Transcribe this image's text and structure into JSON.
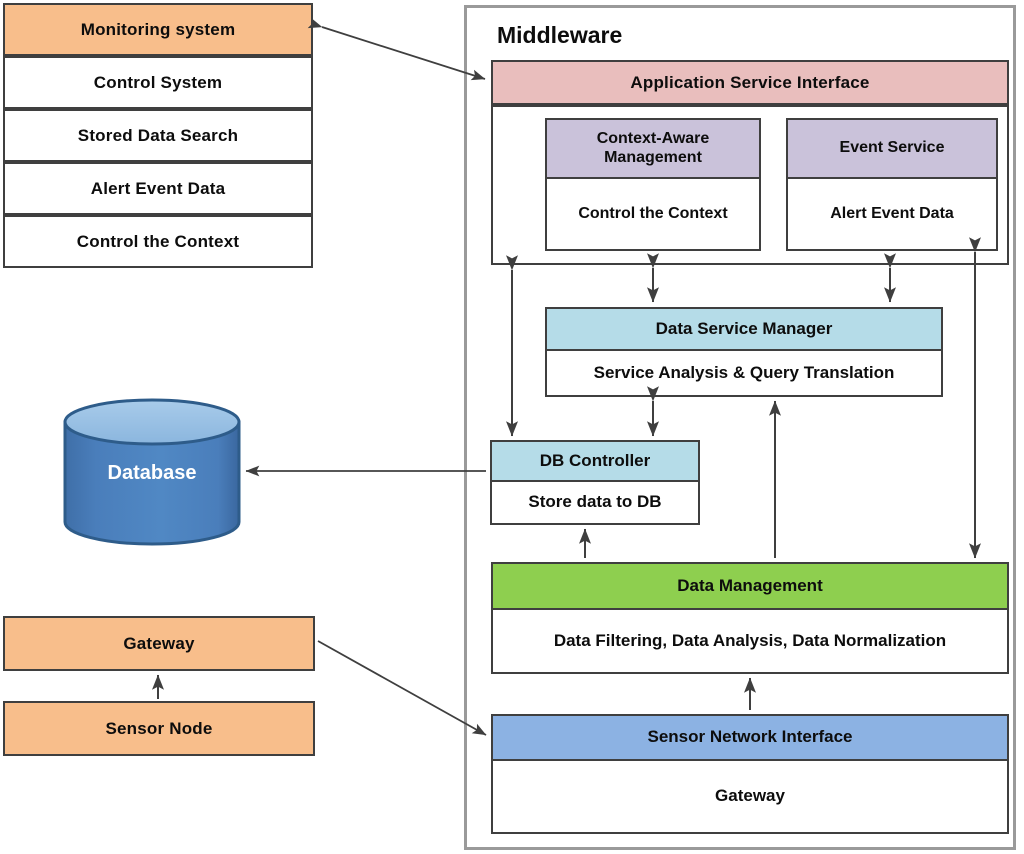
{
  "diagram": {
    "title": "Middleware",
    "colors": {
      "orange": "#f8be8b",
      "pink": "#e9bebd",
      "purple": "#cac2da",
      "light_blue": "#b5dce8",
      "green": "#8ecf4f",
      "blue": "#8cb2e3",
      "database_fill": "#4a7ebb",
      "database_top": "#9dc3e6",
      "border": "#3f3f3f",
      "frame_border": "#9a9a9a",
      "arrow": "#3f3f3f"
    }
  },
  "left_stack": {
    "items": [
      {
        "label": "Monitoring system",
        "fill": "orange"
      },
      {
        "label": "Control System",
        "fill": "white"
      },
      {
        "label": "Stored Data Search",
        "fill": "white"
      },
      {
        "label": "Alert Event Data",
        "fill": "white"
      },
      {
        "label": "Control the Context",
        "fill": "white"
      }
    ]
  },
  "database": {
    "label": "Database"
  },
  "sensor_stack": {
    "gateway": "Gateway",
    "sensor_node": "Sensor Node"
  },
  "middleware": {
    "title": "Middleware",
    "application_service_interface": "Application Service Interface",
    "services": [
      {
        "header": "Context-Aware Management",
        "body": "Control the Context"
      },
      {
        "header": "Event Service",
        "body": "Alert Event Data"
      }
    ],
    "data_service_manager": {
      "header": "Data Service Manager",
      "body": "Service Analysis & Query Translation"
    },
    "db_controller": {
      "header": "DB Controller",
      "body": "Store data to DB"
    },
    "data_management": {
      "header": "Data Management",
      "body": "Data Filtering,  Data Analysis,  Data Normalization"
    },
    "sensor_network_interface": {
      "header": "Sensor Network Interface",
      "body": "Gateway"
    }
  }
}
